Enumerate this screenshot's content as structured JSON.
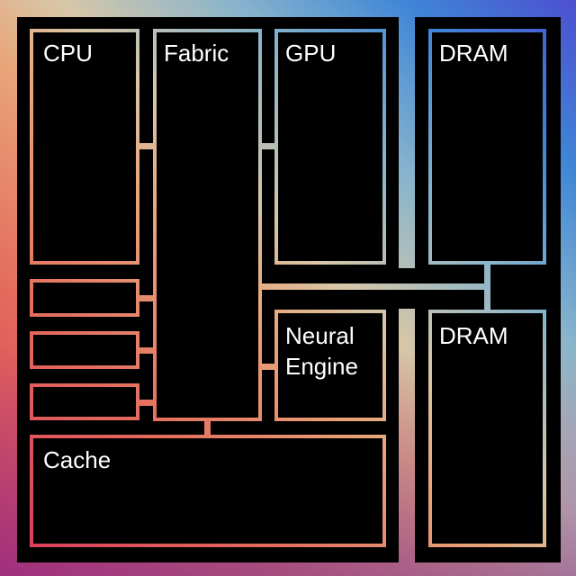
{
  "diagram": {
    "blocks": {
      "cpu": "CPU",
      "fabric": "Fabric",
      "gpu": "GPU",
      "dram_top": "DRAM",
      "neural_line1": "Neural",
      "neural_line2": "Engine",
      "dram_bottom": "DRAM",
      "cache": "Cache"
    },
    "colors": {
      "frame": "#000000",
      "block_fill": "#000000",
      "text": "#ffffff",
      "gradient_stops": [
        "#d8365a",
        "#e9a57a",
        "#d7c7a8",
        "#3f86d7",
        "#4d4fd0"
      ]
    }
  }
}
